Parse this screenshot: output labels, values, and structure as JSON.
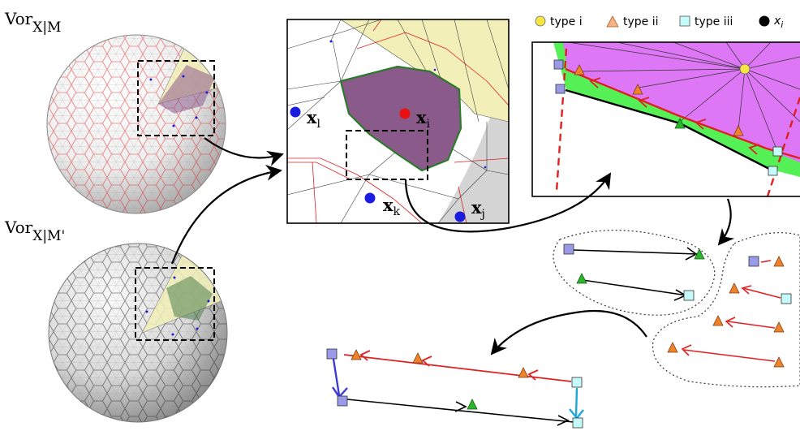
{
  "labels": {
    "vor_m_main": "Vor",
    "vor_m_sub": "X|M",
    "vor_mp_main": "Vor",
    "vor_mp_sub": "X|M'",
    "x_l": "x",
    "x_l_sub": "l",
    "x_i": "x",
    "x_i_sub": "i",
    "x_k": "x",
    "x_k_sub": "k",
    "x_j": "x",
    "x_j_sub": "j"
  },
  "legend": {
    "type_i": "type i",
    "type_ii": "type ii",
    "type_iii": "type iii",
    "x_i_main": "x",
    "x_i_sub": "i"
  },
  "colors": {
    "type_i": "#f5e642",
    "type_ii": "#f0822a",
    "type_iii": "#c6fbfb",
    "type_iv": "#9a9ae8",
    "green_marker": "#2bb52b",
    "voronoi_red": "#e02020",
    "cell_purple": "#8a5a8a",
    "region_magenta": "#dd77f5",
    "band_green": "#55f055",
    "cone_yellow": "#f2f0b8",
    "x_i_point": "#e81010",
    "site_blue": "#1b1be0",
    "arrow_blue": "#3b3bd6",
    "arrow_cyan": "#1aa7d8"
  },
  "icons": [
    "sphere-red-voronoi",
    "sphere-gray-voronoi",
    "arrow-right-icon",
    "dotted-cluster"
  ]
}
